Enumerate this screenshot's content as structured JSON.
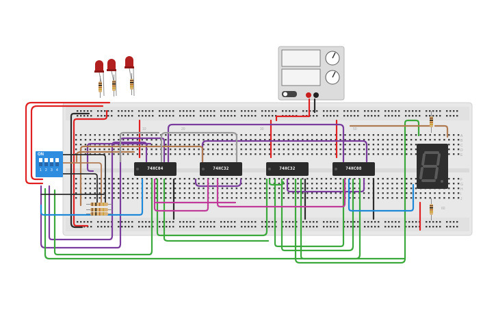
{
  "board": {
    "chips": [
      {
        "label": "74HC04"
      },
      {
        "label": "74HC32"
      },
      {
        "label": "74HC32"
      },
      {
        "label": "74HC08"
      }
    ],
    "dip_switch": {
      "on_label": "ON",
      "numbers": [
        "1",
        "2",
        "3",
        "4"
      ]
    },
    "row_labels_right": [
      "A",
      "B",
      "C",
      "D",
      "E",
      "F",
      "G",
      "H",
      "I",
      "J"
    ],
    "column_labels": [
      "10",
      "20",
      "30",
      "50",
      "60"
    ]
  },
  "power_supply": {
    "buttons": [
      "off-button"
    ]
  },
  "colors": {
    "breadboard": "#e6e6e6",
    "chip": "#2b2b2b",
    "wire_red": "#e02020",
    "wire_black": "#2a2a2a",
    "wire_purple": "#7a3c9c",
    "wire_green": "#3aa83a",
    "wire_blue": "#1e88d8",
    "wire_brown": "#b07a50",
    "wire_magenta": "#c03a9a",
    "wire_gray": "#9a9a9a",
    "display": "#2e2e2e",
    "led": "#b82020"
  }
}
